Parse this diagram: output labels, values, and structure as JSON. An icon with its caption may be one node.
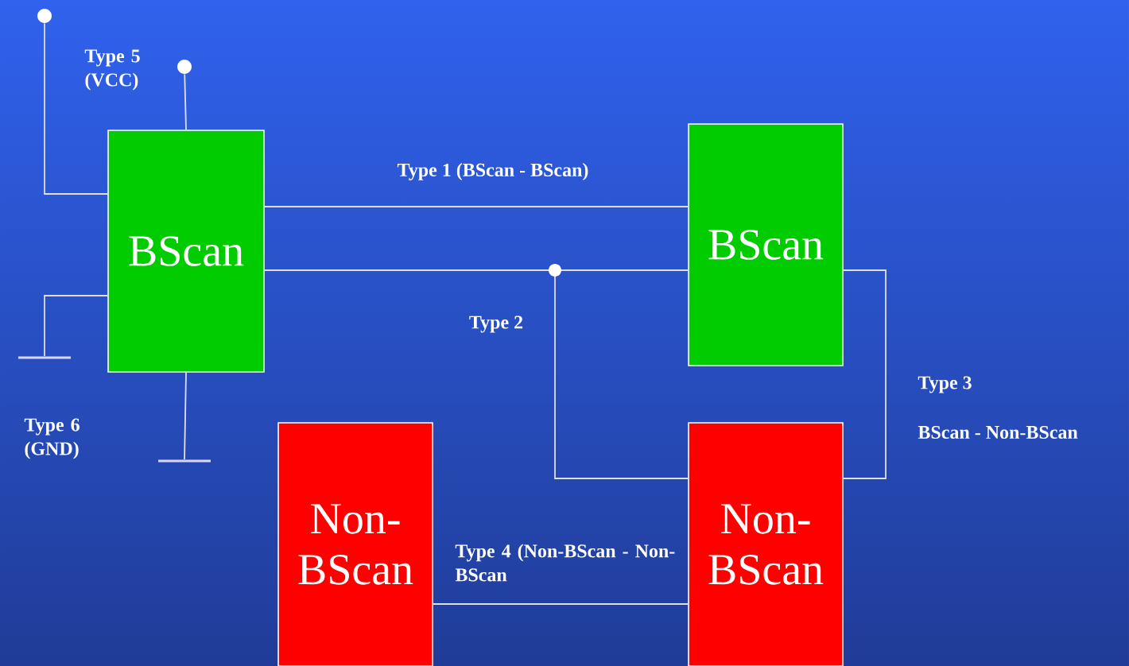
{
  "diagram": {
    "nodes": [
      {
        "text": [
          "BScan"
        ]
      },
      {
        "text": [
          "BScan"
        ]
      },
      {
        "text": [
          "Non-BScan"
        ]
      },
      {
        "text": [
          "Non-BScan"
        ]
      },
      {
        "text": [],
        "shape": "circle"
      },
      {
        "text": [],
        "shape": "circle"
      },
      {
        "text": [],
        "shape": "bar"
      },
      {
        "text": [],
        "shape": "bar"
      }
    ],
    "edges": [
      {
        "from": 0,
        "to": 1,
        "arrow": "none",
        "label": "Type 1 (BScan - BScan)"
      },
      {
        "from": 0,
        "to": 1,
        "arrow": "none"
      },
      {
        "from": 0,
        "to": 3,
        "arrow": "none",
        "label": "Type 2"
      },
      {
        "from": 1,
        "to": 3,
        "arrow": "none",
        "label": "Type 3"
      },
      {
        "from": 2,
        "to": 3,
        "arrow": "none",
        "label": "Type 4 (Non-BScan - Non-BScan"
      },
      {
        "from": 0,
        "to": 4,
        "arrow": "none"
      },
      {
        "from": 0,
        "to": 5,
        "arrow": "none"
      },
      {
        "from": 0,
        "to": 6,
        "arrow": "none"
      },
      {
        "from": 0,
        "to": 7,
        "arrow": "none"
      }
    ],
    "labels": [
      "BScan - Non-BScan",
      "Type 5 (VCC)",
      "Type 6 (GND)"
    ]
  }
}
